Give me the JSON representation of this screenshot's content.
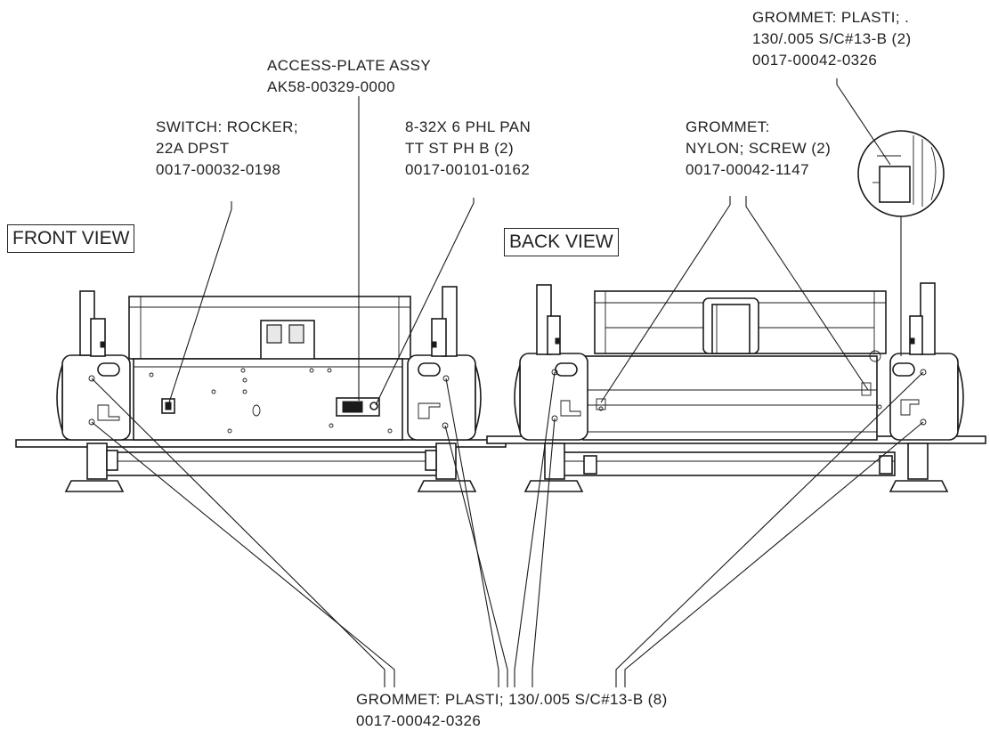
{
  "callouts": {
    "grommet_top": [
      "GROMMET: PLASTI; .",
      "130/.005 S/C#13-B (2)",
      "0017-00042-0326"
    ],
    "access_plate": [
      "ACCESS-PLATE ASSY",
      "AK58-00329-0000"
    ],
    "switch": [
      "SWITCH: ROCKER;",
      "22A DPST",
      "0017-00032-0198"
    ],
    "screw": [
      "8-32X 6 PHL PAN",
      "TT ST PH B (2)",
      "0017-00101-0162"
    ],
    "grommet_nylon": [
      "GROMMET:",
      "NYLON; SCREW (2)",
      "0017-00042-1147"
    ],
    "grommet_bottom": [
      "GROMMET: PLASTI; 130/.005 S/C#13-B (8)",
      "0017-00042-0326"
    ]
  },
  "views": {
    "front": "FRONT VIEW",
    "back": "BACK VIEW"
  }
}
